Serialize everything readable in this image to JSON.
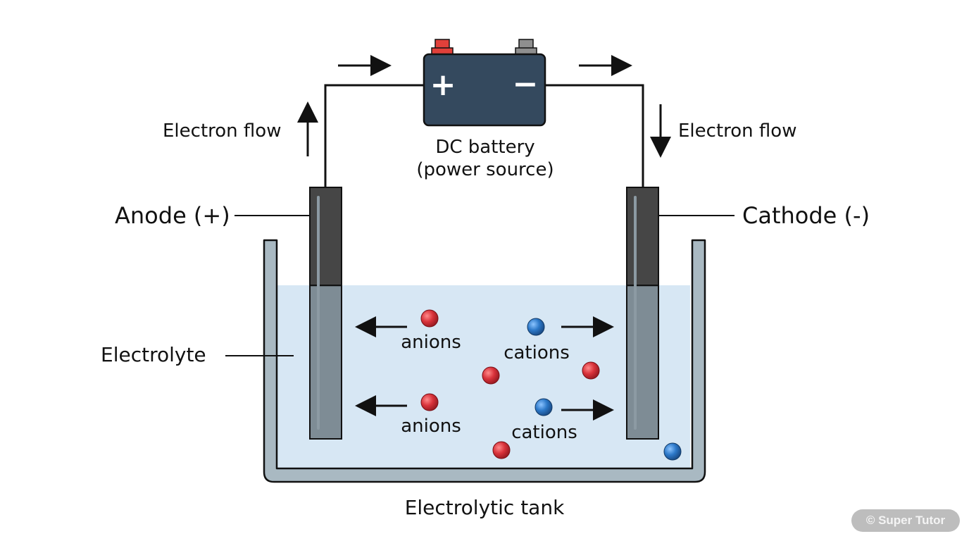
{
  "labels": {
    "anode": "Anode (+)",
    "cathode": "Cathode (-)",
    "electrolyte": "Electrolyte",
    "tank": "Electrolytic tank",
    "electron_flow_left": "Electron flow",
    "electron_flow_right": "Electron flow",
    "battery_line1": "DC battery",
    "battery_line2": "(power source)",
    "battery_plus": "+",
    "battery_minus": "−",
    "anions_top": "anions",
    "anions_bottom": "anions",
    "cations_top": "cations",
    "cations_bottom": "cations"
  },
  "watermark": "© Super Tutor",
  "colors": {
    "anion": "#d8323a",
    "cation": "#2c78c8",
    "electrolyte": "#d7e7f4",
    "tank_wall": "#95a8b3",
    "electrode": "#3f3f3f",
    "battery": "#34495e",
    "positive_terminal": "#e0403a",
    "negative_terminal": "#8f8f8f"
  }
}
